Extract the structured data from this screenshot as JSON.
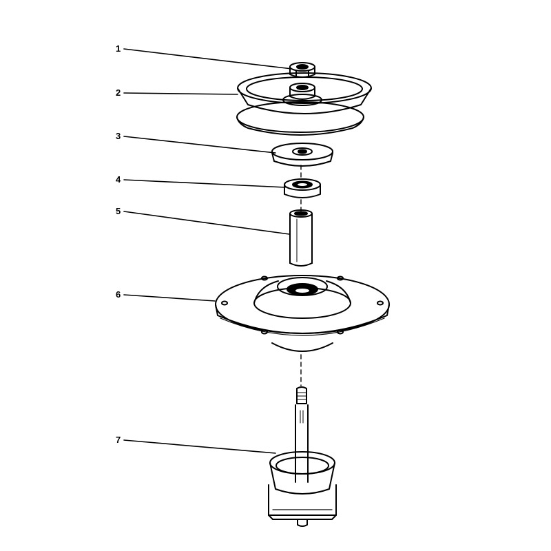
{
  "diagram": {
    "callouts": [
      {
        "id": "1",
        "part": "nut"
      },
      {
        "id": "2",
        "part": "pulley"
      },
      {
        "id": "3",
        "part": "bearing-cap"
      },
      {
        "id": "4",
        "part": "bearing"
      },
      {
        "id": "5",
        "part": "spacer-tube"
      },
      {
        "id": "6",
        "part": "spindle-housing"
      },
      {
        "id": "7",
        "part": "spindle-shaft-assembly"
      }
    ],
    "ink_color": "#000000",
    "paper_color": "#ffffff"
  }
}
